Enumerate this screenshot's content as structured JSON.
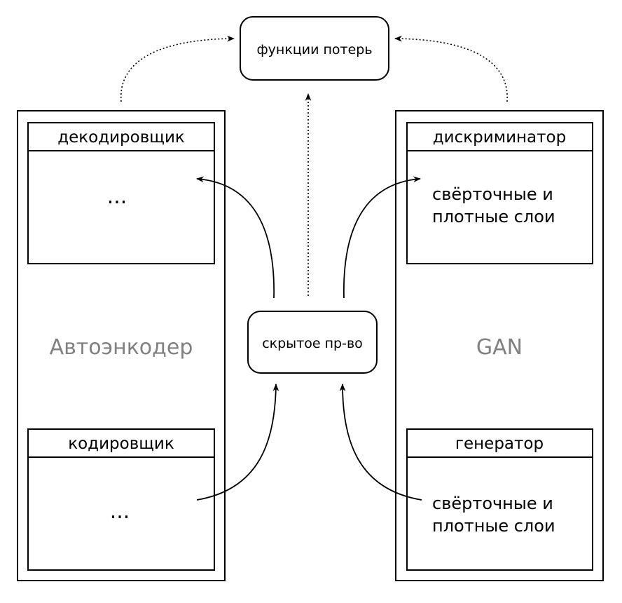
{
  "loss_node": {
    "label": "функции потерь"
  },
  "latent_node": {
    "label": "скрытое пр-во"
  },
  "autoencoder": {
    "label": "Автоэнкодер",
    "decoder": {
      "header": "декодировщик",
      "body": "..."
    },
    "encoder": {
      "header": "кодировщик",
      "body": "..."
    }
  },
  "gan": {
    "label": "GAN",
    "discriminator": {
      "header": "дискриминатор",
      "body_line1": "свёрточные и",
      "body_line2": "плотные слои"
    },
    "generator": {
      "header": "генератор",
      "body_line1": "свёрточные и",
      "body_line2": "плотные слои"
    }
  },
  "colors": {
    "stroke": "#000000",
    "panel_label": "#808080",
    "background": "#ffffff"
  }
}
